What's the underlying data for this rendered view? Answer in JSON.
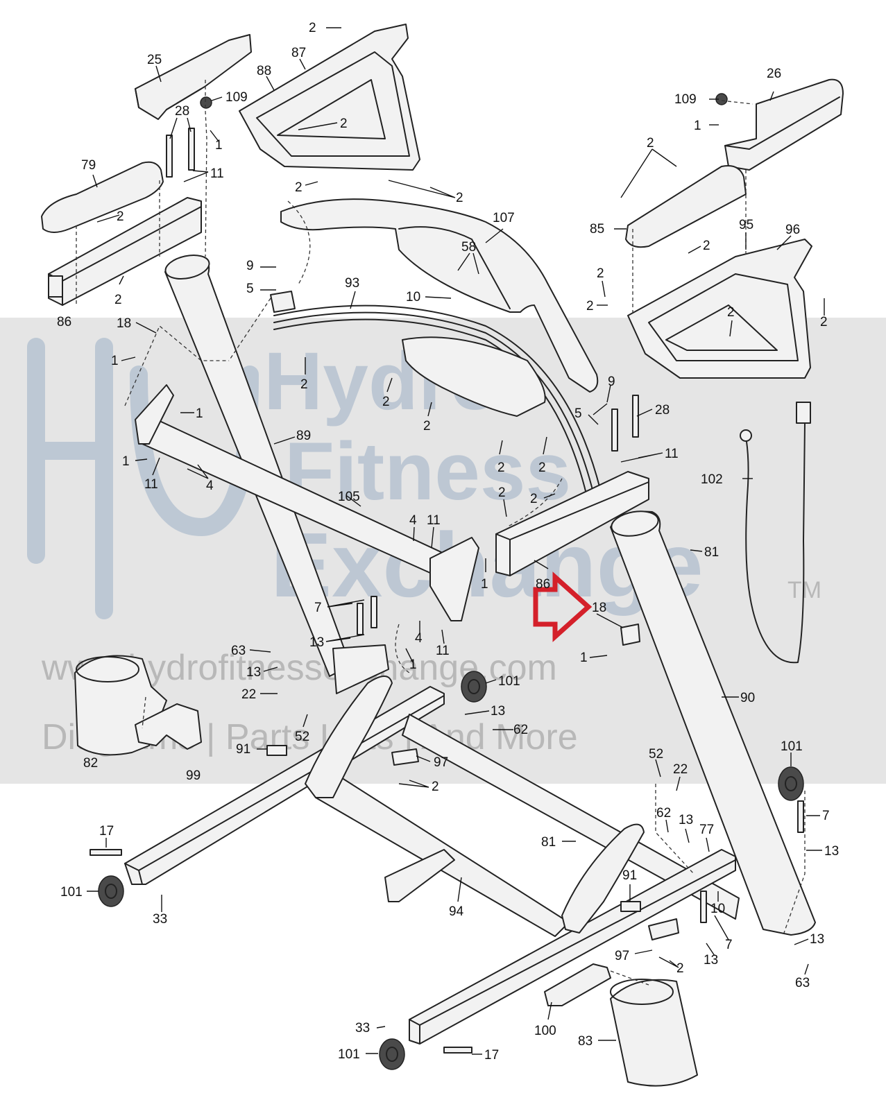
{
  "watermark": {
    "brand_line1": "Hydro",
    "brand_line2": "Fitness",
    "brand_line3": "Exchange",
    "trademark": "TM",
    "website": "www.hydrofitnessexchange.com",
    "tagline": "Diagrams | Parts Lists | And More"
  },
  "highlight": {
    "color": "#d4202a",
    "target_part": "18"
  },
  "callouts": {
    "c2_a": "2",
    "c87": "87",
    "c88": "88",
    "c25": "25",
    "c109_a": "109",
    "c1_a": "1",
    "c28_a": "28",
    "c2_b": "2",
    "c79": "79",
    "c11_a": "11",
    "c2_c": "2",
    "c2_d": "2",
    "c2_e": "2",
    "c86_a": "86",
    "c2_f": "2",
    "c26": "26",
    "c109_b": "109",
    "c1_b": "1",
    "c2_g": "2",
    "c85": "85",
    "c95": "95",
    "c96": "96",
    "c2_h": "2",
    "c2_i": "2",
    "c2_j": "2",
    "c2_k": "2",
    "c2_l": "2",
    "c107": "107",
    "c58": "58",
    "c93": "93",
    "c9_a": "9",
    "c5_a": "5",
    "c10_a": "10",
    "c18_a": "18",
    "c1_c": "1",
    "c2_m": "2",
    "c2_n": "2",
    "c2_o": "2",
    "c1_d": "1",
    "c89": "89",
    "c1_e": "1",
    "c11_b": "11",
    "c4_a": "4",
    "c105": "105",
    "c9_b": "9",
    "c5_b": "5",
    "c28_b": "28",
    "c11_c": "11",
    "c2_p": "2",
    "c2_q": "2",
    "c2_r": "2",
    "c102": "102",
    "c4_b": "4",
    "c11_d": "11",
    "c1_f": "1",
    "c81_a": "81",
    "c86_b": "86",
    "c7_a": "7",
    "c18_b": "18",
    "c13_a": "13",
    "c4_c": "4",
    "c11_e": "11",
    "c63_a": "63",
    "c13_b": "13",
    "c1_g": "1",
    "c1_h": "1",
    "c90": "90",
    "c101_a": "101",
    "c22_a": "22",
    "c52_a": "52",
    "c13_c": "13",
    "c62_a": "62",
    "c91_a": "91",
    "c82": "82",
    "c99": "99",
    "c97_a": "97",
    "c2_s": "2",
    "c101_b": "101",
    "c52_b": "52",
    "c22_b": "22",
    "c7_b": "7",
    "c62_b": "62",
    "c13_d": "13",
    "c77": "77",
    "c13_e": "13",
    "c17_a": "17",
    "c81_b": "81",
    "c101_c": "101",
    "c33_a": "33",
    "c94": "94",
    "c91_b": "91",
    "c10_b": "10",
    "c7_c": "7",
    "c97_b": "97",
    "c2_t": "2",
    "c13_f": "13",
    "c13_g": "13",
    "c63_b": "63",
    "c100": "100",
    "c83": "83",
    "c33_b": "33",
    "c101_d": "101",
    "c17_b": "17"
  }
}
